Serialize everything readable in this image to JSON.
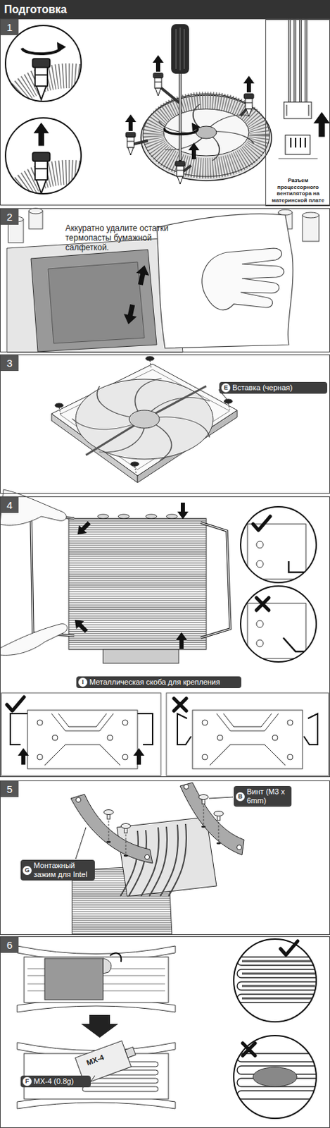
{
  "diagram": {
    "title": "Подготовка",
    "nodes": [
      {
        "text": [
          "1"
        ]
      },
      {
        "text": [
          "Разъем процессорного вентилятора на материнской плате"
        ],
        "in": 0
      },
      {
        "text": [
          "2",
          "Аккуратно удалите остатки термопасты бумажной салфеткой."
        ]
      },
      {
        "text": [
          "3"
        ]
      },
      {
        "text": [
          "Вставка (черная)"
        ],
        "in": 3
      },
      {
        "text": [
          "E"
        ],
        "in": 4
      },
      {
        "text": [
          "4"
        ]
      },
      {
        "text": [
          "Металлическая скоба для крепления"
        ],
        "in": 6
      },
      {
        "text": [
          "I"
        ],
        "in": 7
      },
      {
        "text": [
          "5"
        ]
      },
      {
        "text": [
          "Винт (M3 x 6mm)"
        ],
        "in": 9
      },
      {
        "text": [
          "B"
        ],
        "in": 10
      },
      {
        "text": [
          "Монтажный зажим для Intel"
        ],
        "in": 9
      },
      {
        "text": [
          "G"
        ],
        "in": 12
      },
      {
        "text": [
          "6"
        ]
      },
      {
        "text": [
          "MX-4 (0.8g)"
        ],
        "in": 14
      },
      {
        "text": [
          "F"
        ],
        "in": 15
      }
    ],
    "labels": [
      "MX-4"
    ]
  }
}
